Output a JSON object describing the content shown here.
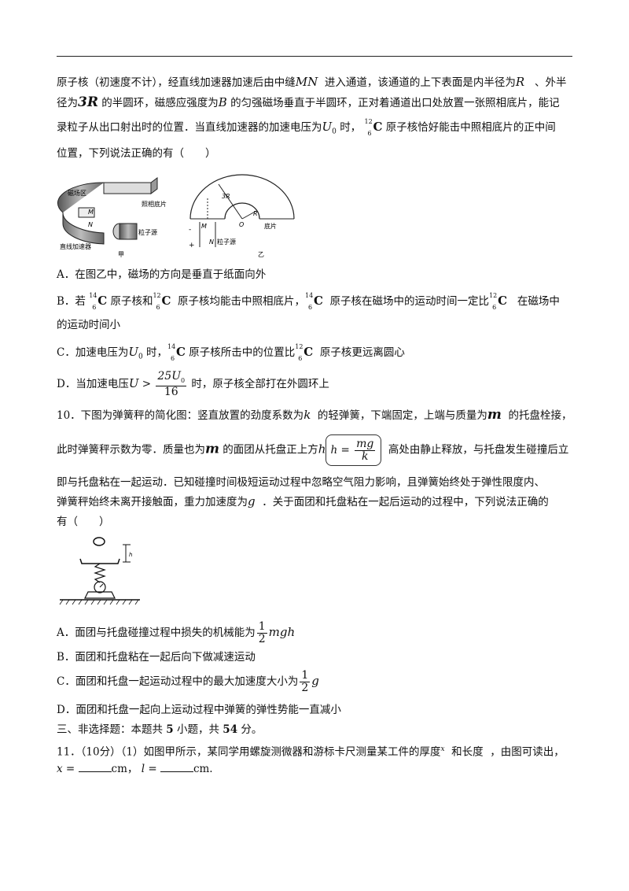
{
  "q9": {
    "stem1": "原子核（初速度不计），经直线加速器加速后由中缝",
    "MN": "MN",
    "stem1b": "进入通道，该通道的上下表面是内半径为",
    "R": "R",
    "stem1c": "、外半",
    "stem2a": "径为",
    "threeR": "3R",
    "stem2b": "的半圆环，磁感应强度为",
    "B": "B",
    "stem2c": "的匀强磁场垂直于半圆环，正对着通道出口处放置一张照相底片，能记",
    "stem3a": "录粒子从出口射出时的位置．当直线加速器的加速电压为",
    "U0": "U",
    "U0sub": "0",
    "stem3b": "时，",
    "stem3c": "原子核恰好能击中照相底片的正中间",
    "stem4": "位置，下列说法正确的有（　　）",
    "fig_jia": {
      "labels": [
        "磁场区",
        "照相底片",
        "M",
        "N",
        "粒子源",
        "直线加速器",
        "甲"
      ]
    },
    "fig_yi": {
      "labels": [
        "3R",
        "R",
        "O",
        "M",
        "N",
        "底片",
        "粒子源",
        "-",
        "+",
        "乙"
      ]
    },
    "optA": "A．在图乙中，磁场的方向是垂直于纸面向外",
    "optB1": "B．若",
    "optB2": "原子核和",
    "optB3": "原子核均能击中照相底片，",
    "optB4": "原子核在磁场中的运动时间一定比",
    "optB5": "在磁场中",
    "optB6": "的运动时间小",
    "optC1": "C．加速电压为",
    "optC2": "时，",
    "optC3": "原子核所击中的位置比",
    "optC4": "原子核更远离圆心",
    "optD1": "D．当加速电压",
    "optD_U": "U",
    "optD_gt": ">",
    "optD_num": "25U",
    "optD_numsub": "0",
    "optD_den": "16",
    "optD2": "时，原子核全部打在外圆环上",
    "c14": {
      "mass": "14",
      "z": "6",
      "el": "C"
    },
    "c12": {
      "mass": "12",
      "z": "6",
      "el": "C"
    }
  },
  "q10": {
    "l1a": "10．下图为弹簧秤的简化图：竖直放置的劲度系数为",
    "k": "k",
    "l1b": "的轻弹簧，下端固定，上端与质量为",
    "m": "m",
    "l1c": "的托盘栓接，",
    "l2a": "此时弹簧秤示数为零．质量也为",
    "l2b": "的面团从托盘正上方",
    "h": "h",
    "h_eq": "h =",
    "mg": "mg",
    "k_den": "k",
    "l2c": "高处由静止释放，与托盘发生碰撞后立",
    "l3": "即与托盘粘在一起运动．已知碰撞时间极短运动过程中忽略空气阻力影响，且弹簧始终处于弹性限度内、",
    "l4a": "弹簧秤始终未离开接触面，重力加速度为",
    "g": "g",
    "l4b": "．关于面团和托盘粘在一起后运动的过程中，下列说法正确的",
    "l5": "有（　　）",
    "fig_h": "h",
    "optA1": "A．面团与托盘碰撞过程中损失的机械能为",
    "half_num": "1",
    "half_den": "2",
    "optA_mgh": "mgh",
    "optB": "B．面团和托盘粘在一起后向下做减速运动",
    "optC1": "C．面团和托盘一起运动过程中的最大加速度大小为",
    "optC_g": "g",
    "optD": "D．面团和托盘一起向上运动过程中弹簧的弹性势能一直减小"
  },
  "section3": {
    "heading_a": "三、非选择题：本题共 ",
    "count": "5",
    "heading_b": " 小题，共 ",
    "score": "54",
    "heading_c": " 分。"
  },
  "q11": {
    "l1": "11．（10分）（1）如图甲所示，某同学用螺旋测微器和游标卡尺测量某工件的厚度",
    "x_small": "x",
    "l1b": "和长度",
    "l1c": "，由图可读出，",
    "x": "x",
    "eq": "=",
    "unit1": "cm，",
    "l": "l",
    "unit2": "cm."
  }
}
